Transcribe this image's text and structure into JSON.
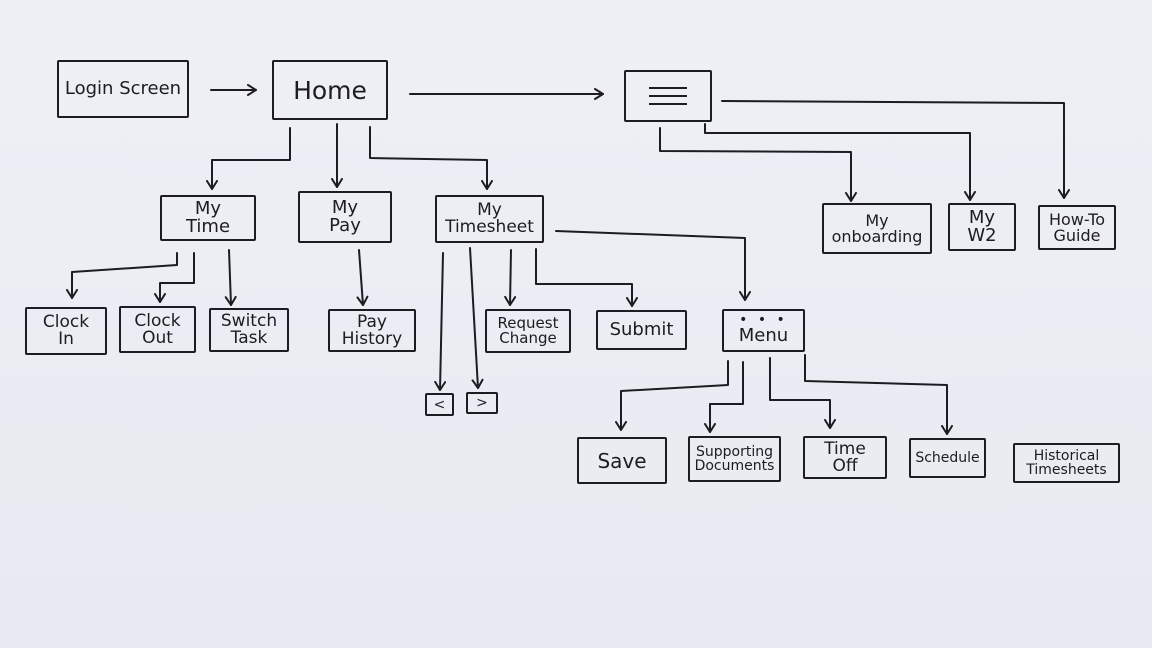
{
  "nodes": {
    "login": {
      "label": "Login Screen"
    },
    "home": {
      "label": "Home"
    },
    "menu_icon": {
      "icon": "hamburger-menu-icon"
    },
    "my_onboarding": {
      "label": "My\nonboarding"
    },
    "my_w2": {
      "label": "My\nW2"
    },
    "how_to_guide": {
      "label": "How-To\nGuide"
    },
    "my_time": {
      "label": "My\nTime"
    },
    "my_pay": {
      "label": "My\nPay"
    },
    "my_timesheet": {
      "label": "My\nTimesheet"
    },
    "clock_in": {
      "label": "Clock\nIn"
    },
    "clock_out": {
      "label": "Clock\nOut"
    },
    "switch_task": {
      "label": "Switch\nTask"
    },
    "pay_history": {
      "label": "Pay\nHistory"
    },
    "prev": {
      "label": "<"
    },
    "next": {
      "label": ">"
    },
    "request_change": {
      "label": "Request\nChange"
    },
    "submit": {
      "label": "Submit"
    },
    "ts_menu": {
      "label": "Menu",
      "dots": "• • •"
    },
    "save": {
      "label": "Save"
    },
    "supporting_documents": {
      "label": "Supporting\nDocuments"
    },
    "time_off": {
      "label": "Time\nOff"
    },
    "schedule": {
      "label": "Schedule"
    },
    "historical_timesheets": {
      "label": "Historical\nTimesheets"
    }
  }
}
